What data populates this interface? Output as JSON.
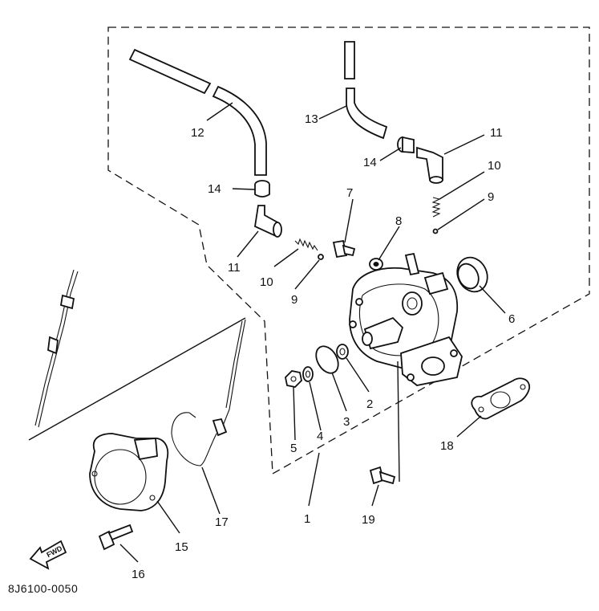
{
  "diagram": {
    "figure_code": "8J6100-0050",
    "direction_label": "FWD",
    "callouts": {
      "c1": "1",
      "c2": "2",
      "c3": "3",
      "c4": "4",
      "c5": "5",
      "c6": "6",
      "c7": "7",
      "c8": "8",
      "c9a": "9",
      "c9b": "9",
      "c10a": "10",
      "c10b": "10",
      "c11a": "11",
      "c11b": "11",
      "c12": "12",
      "c13": "13",
      "c14a": "14",
      "c14b": "14",
      "c15": "15",
      "c16": "16",
      "c17": "17",
      "c18": "18",
      "c19": "19"
    }
  }
}
